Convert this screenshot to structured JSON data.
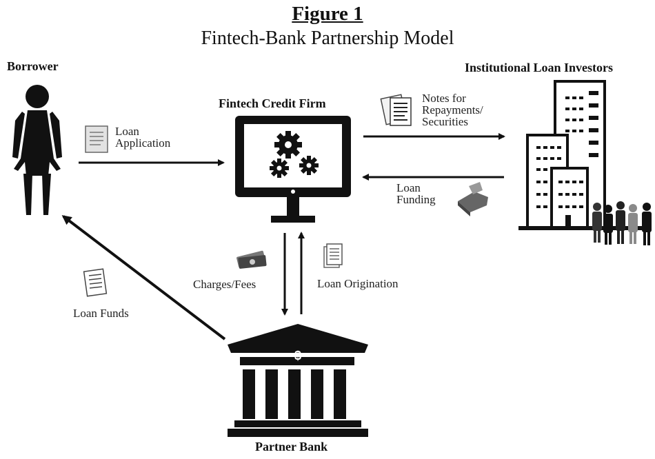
{
  "figure": {
    "number": "Figure 1",
    "title": "Fintech-Bank Partnership Model"
  },
  "nodes": {
    "borrower": "Borrower",
    "fintech": "Fintech Credit Firm",
    "investors": "Institutional Loan Investors",
    "bank": "Partner Bank"
  },
  "flows": {
    "loan_application": [
      "Loan",
      "Application"
    ],
    "notes": [
      "Notes for",
      "Repayments/",
      "Securities"
    ],
    "loan_funding": [
      "Loan",
      "Funding"
    ],
    "charges_fees": "Charges/Fees",
    "loan_origination": "Loan Origination",
    "loan_funds": "Loan Funds"
  },
  "bank_symbol": "$",
  "colors": {
    "ink": "#111111",
    "gray": "#8a8a8a",
    "light_gray": "#d8d8d8"
  }
}
